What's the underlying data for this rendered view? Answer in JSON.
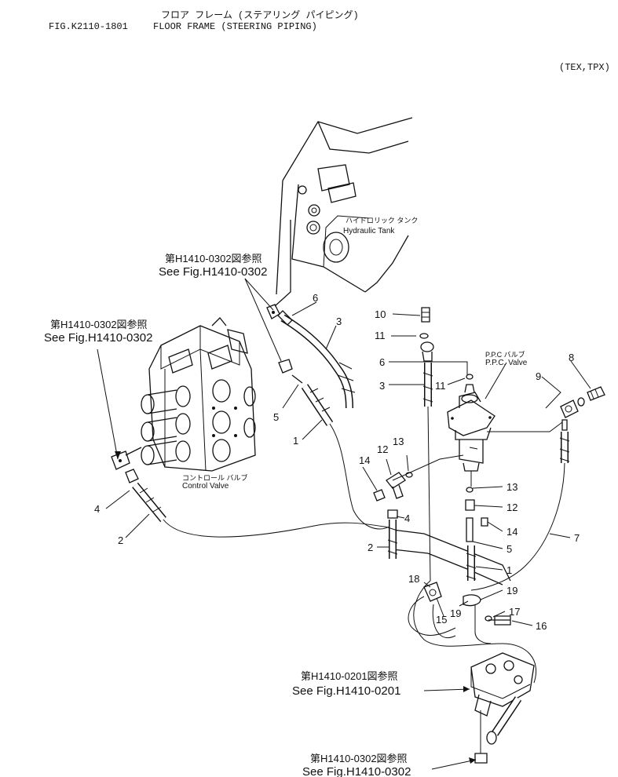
{
  "header": {
    "title_jp": "フロア フレーム (ステアリング パイピング)",
    "fig_no": "FIG.K2110-1801",
    "title_en": "FLOOR FRAME (STEERING PIPING)",
    "model": "(TEX,TPX)"
  },
  "components": {
    "hydraulic_tank_jp": "ハイドロリック タンク",
    "hydraulic_tank_en": "Hydraulic Tank",
    "ppc_valve_jp": "P.P.C バルブ",
    "ppc_valve_en": "P.P.C. Valve",
    "control_valve_jp": "コントロール バルブ",
    "control_valve_en": "Control Valve"
  },
  "references": [
    {
      "jp": "第H1410-0302図参照",
      "en": "See Fig.H1410-0302"
    },
    {
      "jp": "第H1410-0302図参照",
      "en": "See Fig.H1410-0302"
    },
    {
      "jp": "第H1410-0201図参照",
      "en": "See Fig.H1410-0201"
    },
    {
      "jp": "第H1410-0302図参照",
      "en": "See Fig.H1410-0302"
    }
  ],
  "callouts": {
    "c6a": "6",
    "c3a": "3",
    "c5a": "5",
    "c1a": "1",
    "c4a": "4",
    "c2a": "2",
    "c10": "10",
    "c11a": "11",
    "c6b": "6",
    "c3b": "3",
    "c11b": "11",
    "c8": "8",
    "c9": "9",
    "c13a": "13",
    "c12a": "12",
    "c14a": "14",
    "c4b": "4",
    "c2b": "2",
    "c13b": "13",
    "c12b": "12",
    "c14b": "14",
    "c5b": "5",
    "c1b": "1",
    "c7": "7",
    "c18": "18",
    "c19a": "19",
    "c19b": "19",
    "c15": "15",
    "c17": "17",
    "c16": "16"
  }
}
